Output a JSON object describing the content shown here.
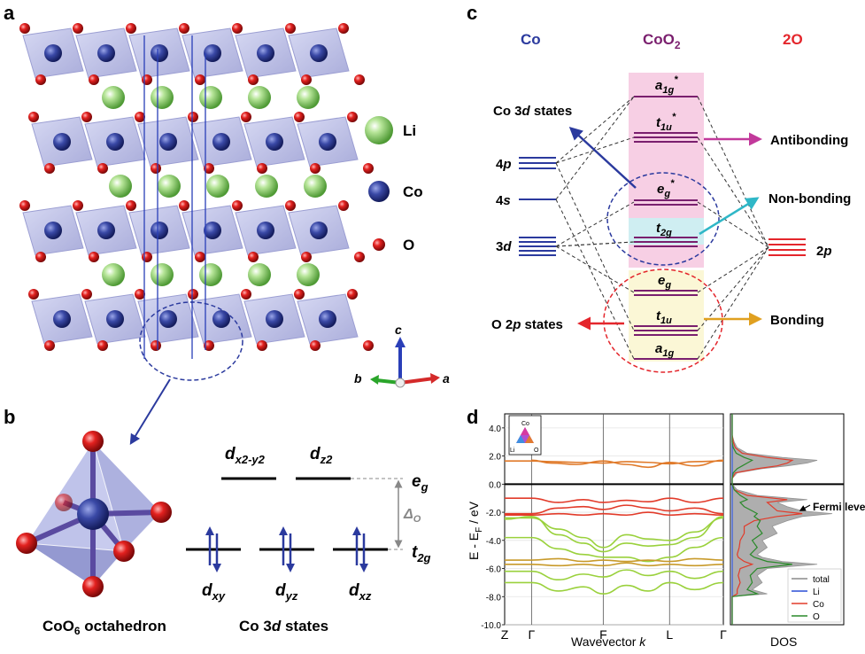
{
  "panels": {
    "a": {
      "letter": "a",
      "legend": [
        {
          "label": "Li",
          "color": "#8fd06a"
        },
        {
          "label": "Co",
          "color": "#2e3b8f"
        },
        {
          "label": "O",
          "color": "#d9141a"
        }
      ],
      "axes": {
        "c": "c",
        "b": "b",
        "a": "a"
      }
    },
    "b": {
      "letter": "b",
      "octahedron_caption_main": "CoO",
      "octahedron_caption_sub": "6",
      "octahedron_caption_rest": " octahedron",
      "states_caption_main": "Co 3",
      "states_caption_d": "d",
      "states_caption_rest": " states",
      "eg_orbitals": [
        {
          "main": "d",
          "sub": "x2-y2"
        },
        {
          "main": "d",
          "sub": "z2"
        }
      ],
      "t2g_orbitals": [
        {
          "main": "d",
          "sub": "xy"
        },
        {
          "main": "d",
          "sub": "yz"
        },
        {
          "main": "d",
          "sub": "xz"
        }
      ],
      "eg_label": {
        "main": "e",
        "sub": "g"
      },
      "t2g_label": {
        "main": "t",
        "sub": "2g"
      },
      "delta_label": {
        "main": "Δ",
        "sub": "O"
      }
    },
    "c": {
      "letter": "c",
      "columns": {
        "co": "Co",
        "coo2_main": "CoO",
        "coo2_sub": "2",
        "o2": "2O"
      },
      "colors": {
        "co": "#2b3a9e",
        "coo2": "#7a1f6e",
        "o2": "#e4262c",
        "antibonding": "#c2399b",
        "nonbonding": "#2fb7c7",
        "bonding": "#e0a020",
        "ostates": "#e4262c",
        "costates": "#2b3a9e"
      },
      "co_levels": [
        {
          "main": "4",
          "it": "p"
        },
        {
          "main": "4",
          "it": "s"
        },
        {
          "main": "3",
          "it": "d"
        }
      ],
      "mo_levels": [
        {
          "main": "a",
          "sub": "1g",
          "sup": "*"
        },
        {
          "main": "t",
          "sub": "1u",
          "sup": "*"
        },
        {
          "main": "e",
          "sub": "g",
          "sup": "*"
        },
        {
          "main": "t",
          "sub": "2g",
          "sup": ""
        },
        {
          "main": "e",
          "sub": "g",
          "sup": ""
        },
        {
          "main": "t",
          "sub": "1u",
          "sup": ""
        },
        {
          "main": "a",
          "sub": "1g",
          "sup": ""
        }
      ],
      "o_level": {
        "main": "2",
        "it": "p"
      },
      "annotations": {
        "co3d_main": "Co 3",
        "co3d_it": "d",
        "co3d_rest": " states",
        "antibonding": "Antibonding",
        "nonbonding": "Non-bonding",
        "bonding": "Bonding",
        "o2p_main": "O 2",
        "o2p_it": "p",
        "o2p_rest": " states"
      }
    },
    "d": {
      "letter": "d",
      "inset_labels": {
        "top": "Co",
        "left": "Li",
        "right": "O"
      },
      "fermi_label": "Fermi level",
      "dos_xlabel": "DOS",
      "dos_legend": [
        {
          "label": "total",
          "color": "#8a8a8a"
        },
        {
          "label": "Li",
          "color": "#2a4fd6"
        },
        {
          "label": "Co",
          "color": "#e23b2a"
        },
        {
          "label": "O",
          "color": "#2a8a2a"
        }
      ]
    }
  },
  "chart_data": {
    "type": "line",
    "title": "",
    "ylabel": "E - E_F / eV",
    "ylabel_main": "E - E",
    "ylabel_sub": "F",
    "ylabel_rest": " / eV",
    "xlabel_main": "Wavevector ",
    "xlabel_it": "k",
    "ylim": [
      -10,
      5
    ],
    "yticks": [
      "4.0",
      "2.0",
      "0.0",
      "-2.0",
      "-4.0",
      "-6.0",
      "-8.0",
      "-10.0"
    ],
    "ytick_values": [
      4,
      2,
      0,
      -2,
      -4,
      -6,
      -8,
      -10
    ],
    "kpoints": [
      "Z",
      "Γ",
      "F",
      "L",
      "Γ"
    ],
    "kpoint_positions": [
      0,
      0.75,
      2.75,
      4.6,
      6.1
    ],
    "x_range": [
      0,
      6.1
    ],
    "fermi_energy": 0.0,
    "series": [
      {
        "color": "#e07a2a",
        "x": [
          0.75,
          1.3,
          2.0,
          2.75,
          3.4,
          4.0,
          4.6,
          5.3,
          6.1
        ],
        "y": [
          1.7,
          1.5,
          1.4,
          1.65,
          1.4,
          1.2,
          1.55,
          1.3,
          1.7
        ]
      },
      {
        "color": "#e07a2a",
        "x": [
          0,
          0.75,
          1.3,
          2.0,
          2.75,
          3.4,
          4.0,
          4.6,
          5.3,
          6.1
        ],
        "y": [
          1.65,
          1.65,
          1.6,
          1.55,
          1.5,
          1.6,
          1.55,
          1.45,
          1.6,
          1.65
        ]
      },
      {
        "color": "#e23b2a",
        "x": [
          0,
          0.75,
          1.5,
          2.2,
          2.75,
          3.4,
          4.0,
          4.6,
          5.3,
          6.1
        ],
        "y": [
          -1.0,
          -1.0,
          -1.3,
          -1.1,
          -1.3,
          -1.15,
          -1.25,
          -1.0,
          -1.3,
          -1.0
        ]
      },
      {
        "color": "#e23b2a",
        "x": [
          0,
          0.75,
          1.5,
          2.2,
          2.75,
          3.4,
          4.0,
          4.6,
          5.3,
          6.1
        ],
        "y": [
          -2.1,
          -2.1,
          -1.7,
          -1.6,
          -1.8,
          -1.5,
          -1.7,
          -1.9,
          -1.7,
          -2.1
        ]
      },
      {
        "color": "#e23b2a",
        "x": [
          0,
          0.75,
          1.5,
          2.2,
          2.75,
          3.4,
          4.0,
          4.6,
          5.3,
          6.1
        ],
        "y": [
          -2.2,
          -2.2,
          -2.1,
          -2.2,
          -2.1,
          -2.2,
          -2.0,
          -2.2,
          -2.1,
          -2.2
        ]
      },
      {
        "color": "#9ad13c",
        "x": [
          0,
          0.75,
          1.5,
          2.2,
          2.75,
          3.4,
          4.0,
          4.6,
          5.3,
          6.1
        ],
        "y": [
          -2.4,
          -2.4,
          -3.2,
          -3.8,
          -4.5,
          -3.6,
          -3.9,
          -4.0,
          -3.4,
          -2.4
        ]
      },
      {
        "color": "#9ad13c",
        "x": [
          0,
          0.75,
          1.5,
          2.2,
          2.75,
          3.4,
          4.0,
          4.6,
          5.3,
          6.1
        ],
        "y": [
          -2.5,
          -2.3,
          -3.6,
          -4.2,
          -4.8,
          -4.2,
          -4.4,
          -4.3,
          -3.8,
          -2.3
        ]
      },
      {
        "color": "#9ad13c",
        "x": [
          0,
          0.75,
          1.5,
          2.2,
          2.75,
          3.4,
          4.0,
          4.6,
          5.3,
          6.1
        ],
        "y": [
          -3.8,
          -3.8,
          -4.6,
          -5.0,
          -5.2,
          -5.2,
          -5.5,
          -5.2,
          -4.5,
          -3.8
        ]
      },
      {
        "color": "#c89a2a",
        "x": [
          0,
          0.75,
          1.5,
          2.2,
          2.75,
          3.4,
          4.0,
          4.6,
          5.3,
          6.1
        ],
        "y": [
          -5.4,
          -5.4,
          -5.3,
          -5.5,
          -5.4,
          -5.5,
          -5.4,
          -5.5,
          -5.3,
          -5.4
        ]
      },
      {
        "color": "#c89a2a",
        "x": [
          0,
          0.75,
          1.5,
          2.2,
          2.75,
          3.4,
          4.0,
          4.6,
          5.3,
          6.1
        ],
        "y": [
          -5.7,
          -5.7,
          -5.8,
          -5.7,
          -5.8,
          -5.6,
          -5.8,
          -5.7,
          -5.8,
          -5.7
        ]
      },
      {
        "color": "#9ad13c",
        "x": [
          0,
          0.75,
          1.5,
          2.2,
          2.75,
          3.4,
          4.0,
          4.6,
          5.3,
          6.1
        ],
        "y": [
          -6.2,
          -6.2,
          -6.8,
          -6.4,
          -6.6,
          -6.1,
          -6.5,
          -6.2,
          -6.7,
          -6.2
        ]
      },
      {
        "color": "#9ad13c",
        "x": [
          0,
          0.75,
          1.5,
          2.2,
          2.75,
          3.4,
          4.0,
          4.6,
          5.3,
          6.1
        ],
        "y": [
          -7.0,
          -7.0,
          -7.6,
          -7.3,
          -7.8,
          -7.2,
          -7.6,
          -7.0,
          -7.5,
          -7.0
        ]
      }
    ],
    "dos": {
      "energy": [
        -10,
        -9,
        -8,
        -7.8,
        -7.5,
        -7,
        -6.5,
        -6,
        -5.7,
        -5.5,
        -5.2,
        -5,
        -4.5,
        -4,
        -3.5,
        -3,
        -2.6,
        -2.3,
        -2.1,
        -1.9,
        -1.6,
        -1.3,
        -1.1,
        -0.8,
        -0.4,
        0,
        0.4,
        0.8,
        1.1,
        1.3,
        1.5,
        1.7,
        1.9,
        2.2,
        2.6,
        3,
        3.5,
        4,
        5
      ],
      "total": [
        0,
        0,
        0,
        0.35,
        0.2,
        0.3,
        0.25,
        0.35,
        0.85,
        0.5,
        0.3,
        0.25,
        0.35,
        0.3,
        0.45,
        0.4,
        0.55,
        0.7,
        1.0,
        0.7,
        0.55,
        0.45,
        0.75,
        0.25,
        0.05,
        0,
        0,
        0.05,
        0.3,
        0.55,
        0.75,
        0.85,
        0.5,
        0.15,
        0.05,
        0.02,
        0,
        0,
        0
      ],
      "li": [
        0,
        0,
        0,
        0,
        0,
        0,
        0,
        0,
        0,
        0,
        0,
        0,
        0,
        0,
        0,
        0,
        0,
        0,
        0,
        0,
        0,
        0,
        0,
        0,
        0,
        0,
        0,
        0,
        0,
        0,
        0,
        0,
        0,
        0,
        0,
        0,
        0,
        0,
        0
      ],
      "co": [
        0,
        0,
        0,
        0.05,
        0.05,
        0.08,
        0.06,
        0.08,
        0.2,
        0.12,
        0.06,
        0.05,
        0.07,
        0.08,
        0.12,
        0.12,
        0.22,
        0.45,
        0.7,
        0.45,
        0.4,
        0.35,
        0.55,
        0.15,
        0.02,
        0,
        0,
        0.03,
        0.25,
        0.45,
        0.55,
        0.6,
        0.35,
        0.1,
        0.03,
        0.01,
        0,
        0,
        0
      ],
      "o": [
        0,
        0,
        0,
        0.25,
        0.15,
        0.2,
        0.18,
        0.25,
        0.6,
        0.35,
        0.22,
        0.18,
        0.25,
        0.2,
        0.3,
        0.25,
        0.28,
        0.22,
        0.25,
        0.2,
        0.12,
        0.08,
        0.15,
        0.08,
        0.02,
        0,
        0,
        0.01,
        0.05,
        0.1,
        0.15,
        0.2,
        0.12,
        0.04,
        0.01,
        0,
        0,
        0,
        0
      ]
    }
  }
}
